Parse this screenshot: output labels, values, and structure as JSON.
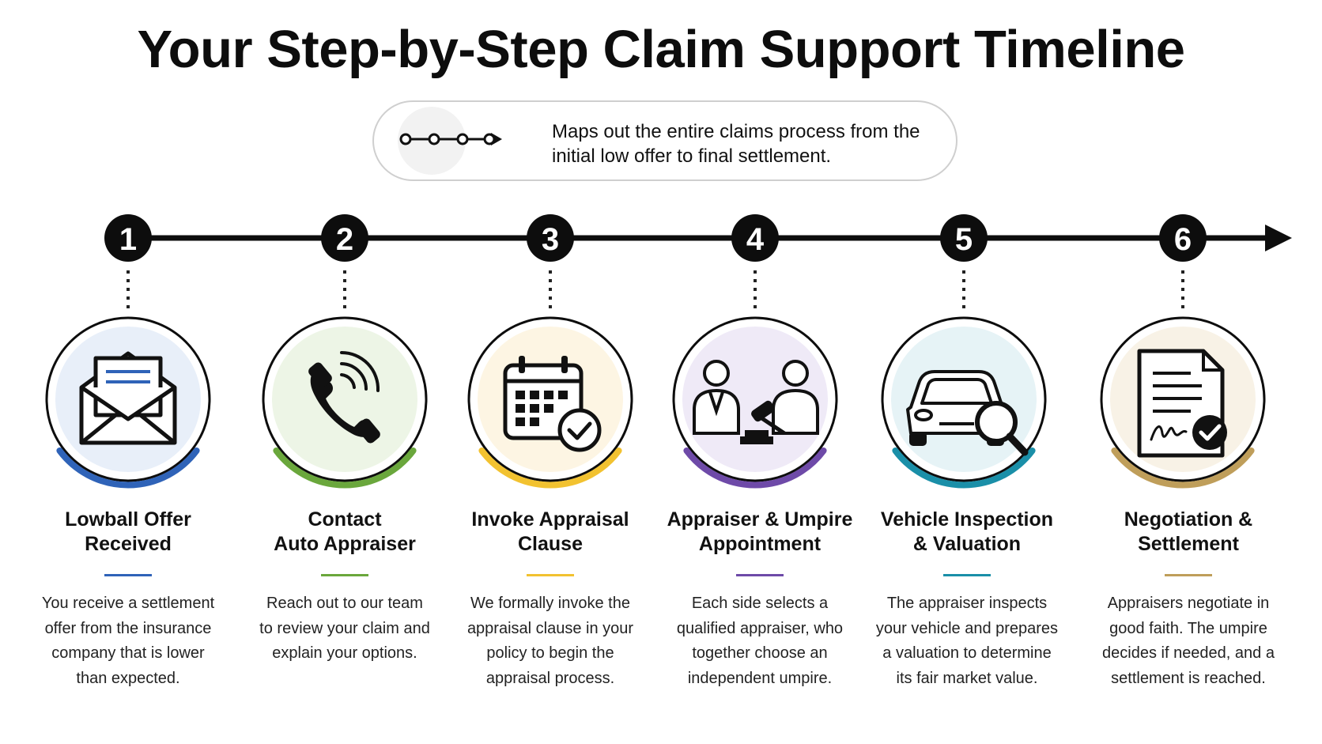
{
  "title": "Your Step-by-Step Claim Support Timeline",
  "subtitle": {
    "line1": "Maps out the entire claims process from the",
    "line2": "initial low offer to final settlement.",
    "icon": "timeline-arrow-icon"
  },
  "steps": [
    {
      "number": "1",
      "title_lines": [
        "Lowball Offer",
        "Received"
      ],
      "desc_lines": [
        "You receive a settlement",
        "offer from the insurance",
        "company that is lower",
        "than expected."
      ],
      "icon": "envelope-letter-icon",
      "accent": "#2f63b8",
      "tint": "#e8eff9"
    },
    {
      "number": "2",
      "title_lines": [
        "Contact",
        "Auto Appraiser"
      ],
      "desc_lines": [
        "Reach out to our team",
        "to review your claim and",
        "explain your options."
      ],
      "icon": "phone-call-icon",
      "accent": "#6aa73c",
      "tint": "#edf5e6"
    },
    {
      "number": "3",
      "title_lines": [
        "Invoke Appraisal",
        "Clause"
      ],
      "desc_lines": [
        "We formally invoke the",
        "appraisal clause in your",
        "policy to begin the",
        "appraisal process."
      ],
      "icon": "calendar-check-icon",
      "accent": "#f2c230",
      "tint": "#fdf5e3"
    },
    {
      "number": "4",
      "title_lines": [
        "Appraiser & Umpire",
        "Appointment"
      ],
      "desc_lines": [
        "Each side selects a",
        "qualified appraiser, who",
        "together choose an",
        "independent umpire."
      ],
      "icon": "people-gavel-icon",
      "accent": "#6e4aa8",
      "tint": "#efeaf7"
    },
    {
      "number": "5",
      "title_lines": [
        "Vehicle Inspection",
        "& Valuation"
      ],
      "desc_lines": [
        "The appraiser inspects",
        "your vehicle and prepares",
        "a valuation to determine",
        "its fair market value."
      ],
      "icon": "car-magnifier-icon",
      "accent": "#1a8fa8",
      "tint": "#e6f3f6"
    },
    {
      "number": "6",
      "title_lines": [
        "Negotiation &",
        "Settlement"
      ],
      "desc_lines": [
        "Appraisers negotiate in",
        "good faith. The umpire",
        "decides if needed, and a",
        "settlement is reached."
      ],
      "icon": "signed-document-icon",
      "accent": "#bf9e5a",
      "tint": "#f8f2e6"
    }
  ]
}
